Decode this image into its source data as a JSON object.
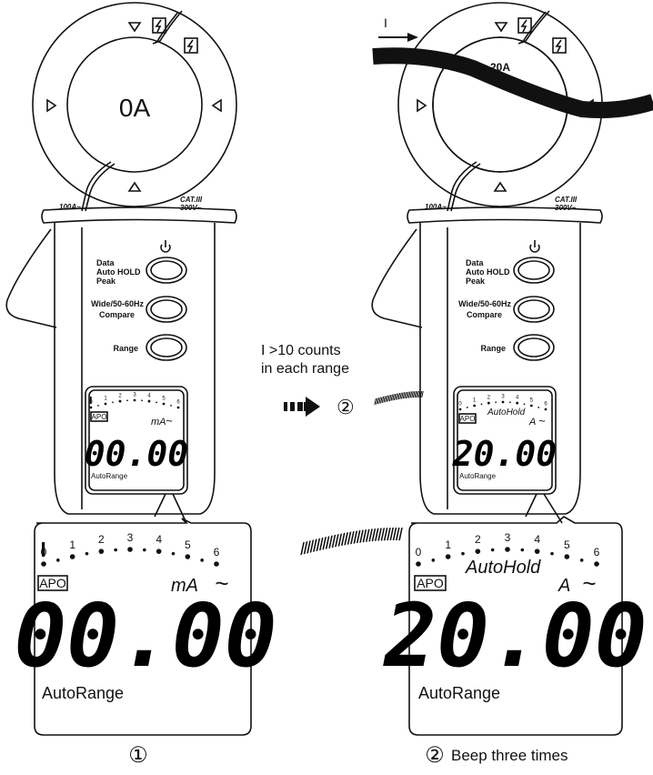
{
  "meters": [
    {
      "clamp_reading": "0A",
      "clamp_rating": "100A~",
      "cat_rating": "CAT.III",
      "cat_voltage": "300V~",
      "buttons": [
        {
          "label_lines": [
            "Data",
            "Auto HOLD",
            "Peak"
          ]
        },
        {
          "label_lines": [
            "Wide/50-60Hz",
            "Compare"
          ]
        },
        {
          "label_lines": [
            "Range"
          ]
        }
      ],
      "display": {
        "apo": "APO",
        "unit": "mA",
        "ac_symbol": "~",
        "reading": "00.00",
        "mode": "AutoRange",
        "hold_label": "",
        "scale_ticks": [
          "0",
          "1",
          "2",
          "3",
          "4",
          "5",
          "6"
        ],
        "bargraph_level": 0.0
      },
      "caption_number": "①",
      "caption_text": ""
    },
    {
      "clamp_reading": "20A",
      "clamp_rating": "100A~",
      "cat_rating": "CAT.III",
      "cat_voltage": "300V~",
      "buttons": [
        {
          "label_lines": [
            "Data",
            "Auto HOLD",
            "Peak"
          ]
        },
        {
          "label_lines": [
            "Wide/50-60Hz",
            "Compare"
          ]
        },
        {
          "label_lines": [
            "Range"
          ]
        }
      ],
      "display": {
        "apo": "APO",
        "unit": "A",
        "ac_symbol": "~",
        "reading": "20.00",
        "mode": "AutoRange",
        "hold_label": "AutoHold",
        "scale_ticks": [
          "0",
          "1",
          "2",
          "3",
          "4",
          "5",
          "6"
        ],
        "bargraph_level": 0.55
      },
      "caption_number": "②",
      "caption_text": "Beep three times"
    }
  ],
  "current_label": "I",
  "instruction_line1": "I >10 counts",
  "instruction_line2": "in each range",
  "step_target": "②",
  "colors": {
    "line": "#111111",
    "background": "#ffffff",
    "wire": "#111111"
  },
  "icons": [
    "power-icon",
    "lightning-icon",
    "arrow-left-icon",
    "arrow-right-icon",
    "arrow-up-icon",
    "arrow-down-icon"
  ]
}
